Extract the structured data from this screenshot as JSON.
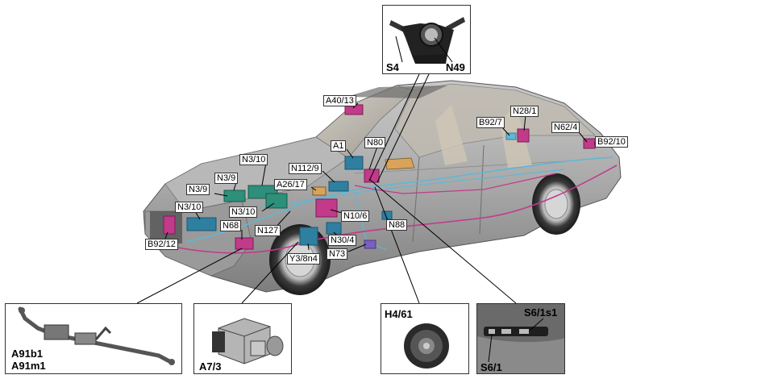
{
  "callouts": {
    "a40_13": "A40/13",
    "a1": "A1",
    "n80": "N80",
    "n3_10_top": "N3/10",
    "n3_9_a": "N3/9",
    "n3_9_b": "N3/9",
    "n112_9": "N112/9",
    "a26_17": "A26/17",
    "n3_10_mid": "N3/10",
    "n3_10_low": "N3/10",
    "n68": "N68",
    "n127": "N127",
    "b92_12": "B92/12",
    "n10_6": "N10/6",
    "n88": "N88",
    "n30_4": "N30/4",
    "n73": "N73",
    "y3_8n4": "Y3/8n4",
    "b92_7": "B92/7",
    "n28_1": "N28/1",
    "n62_4": "N62/4",
    "b92_10": "B92/10"
  },
  "insets": {
    "steering_column": {
      "label_left": "S4",
      "label_right": "N49"
    },
    "steering_rack": {
      "label_top": "A91b1",
      "label_bottom": "A91m1"
    },
    "esp_unit": {
      "label": "A7/3"
    },
    "speaker": {
      "label": "H4/61"
    },
    "overhead_control": {
      "label_top": "S6/1s1",
      "label_bottom": "S6/1"
    }
  },
  "colors": {
    "car_body": "#a9a9a9",
    "harness_blue": "#5fb7d6",
    "harness_magenta": "#c23a8a",
    "module_green": "#2e8f7a",
    "module_teal": "#2f7fa0"
  }
}
